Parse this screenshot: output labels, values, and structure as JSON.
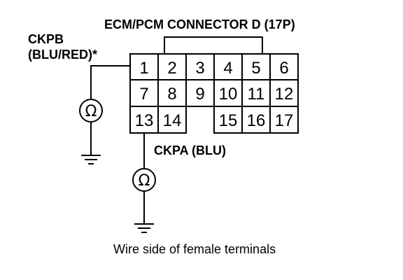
{
  "title": "ECM/PCM CONNECTOR D (17P)",
  "ckpb_label": "CKPB",
  "ckpb_color": "(BLU/RED)*",
  "ckpa_label": "CKPA (BLU)",
  "caption": "Wire side of female terminals",
  "ohm_symbol": "Ω",
  "pins": {
    "row1": [
      "1",
      "2",
      "3",
      "4",
      "5",
      "6"
    ],
    "row2": [
      "7",
      "8",
      "9",
      "10",
      "11",
      "12"
    ],
    "row3a": [
      "13",
      "14"
    ],
    "row3b": [
      "15",
      "16",
      "17"
    ]
  }
}
